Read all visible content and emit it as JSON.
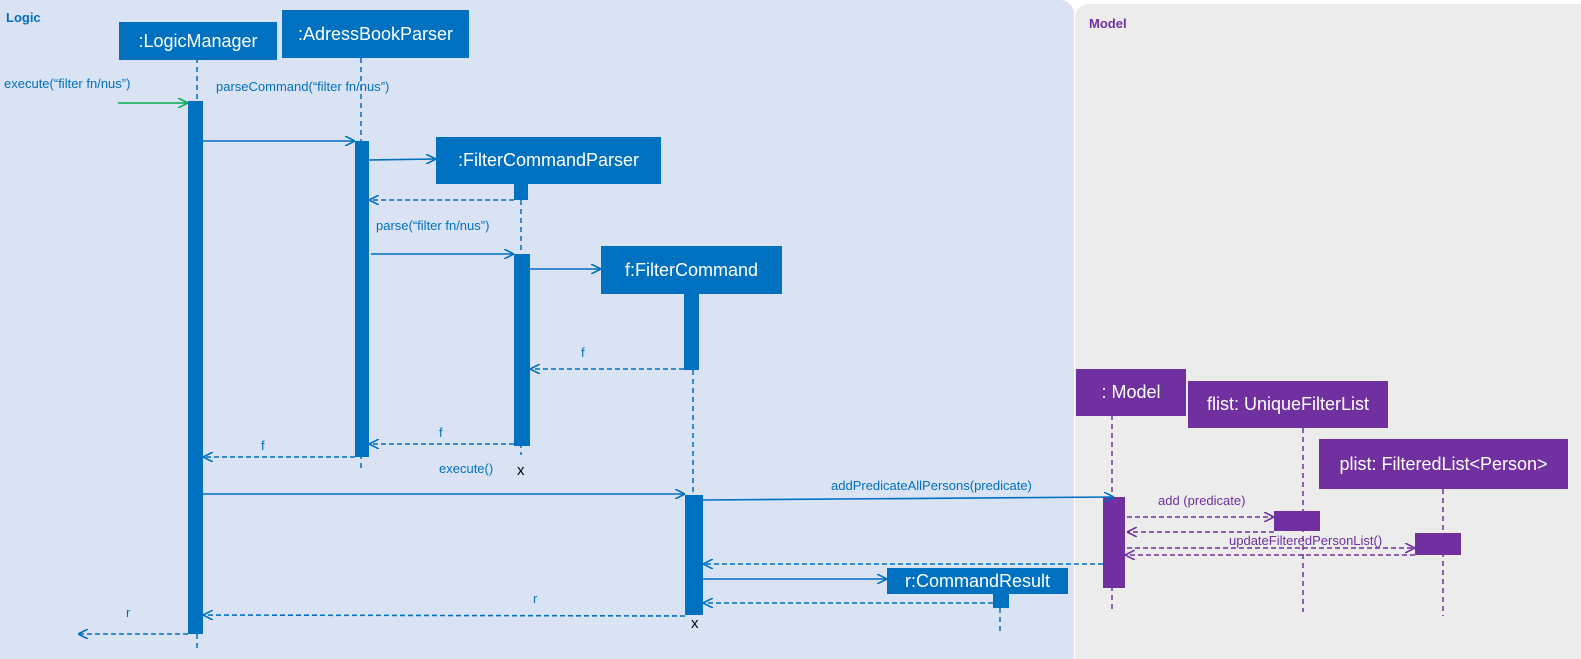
{
  "colors": {
    "logic_bg": "#dae3f3",
    "model_bg": "#ececec",
    "logic_blue": "#0070c0",
    "model_purple": "#7030a0",
    "found_arrow_green": "#00b050"
  },
  "frames": {
    "logic": {
      "label": "Logic"
    },
    "model": {
      "label": "Model"
    }
  },
  "participants": {
    "logic_manager": ":LogicManager",
    "address_book_parser": ":AdressBookParser",
    "filter_command_parser": ":FilterCommandParser",
    "filter_command": "f:FilterCommand",
    "command_result": "r:CommandResult",
    "model": ": Model",
    "unique_filter_list": "flist: UniqueFilterList",
    "filtered_list": "plist: FilteredList<Person>"
  },
  "messages": {
    "execute_input": "execute(“filter fn/nus”)",
    "parse_command": "parseCommand(“filter fn/nus”)",
    "parse": "parse(“filter fn/nus”)",
    "return_f_from_command": "f",
    "return_f_from_parser": "f",
    "return_f_to_manager": "f",
    "execute": "execute()",
    "add_predicate_all_persons": "addPredicateAllPersons(predicate)",
    "add_predicate": "add (predicate)",
    "update_filtered_person_list": "updateFilteredPersonList()",
    "return_r_to_manager": "r",
    "return_r_out": "r"
  },
  "destroy_markers": {
    "filter_command_parser": "x",
    "filter_command": "x"
  }
}
